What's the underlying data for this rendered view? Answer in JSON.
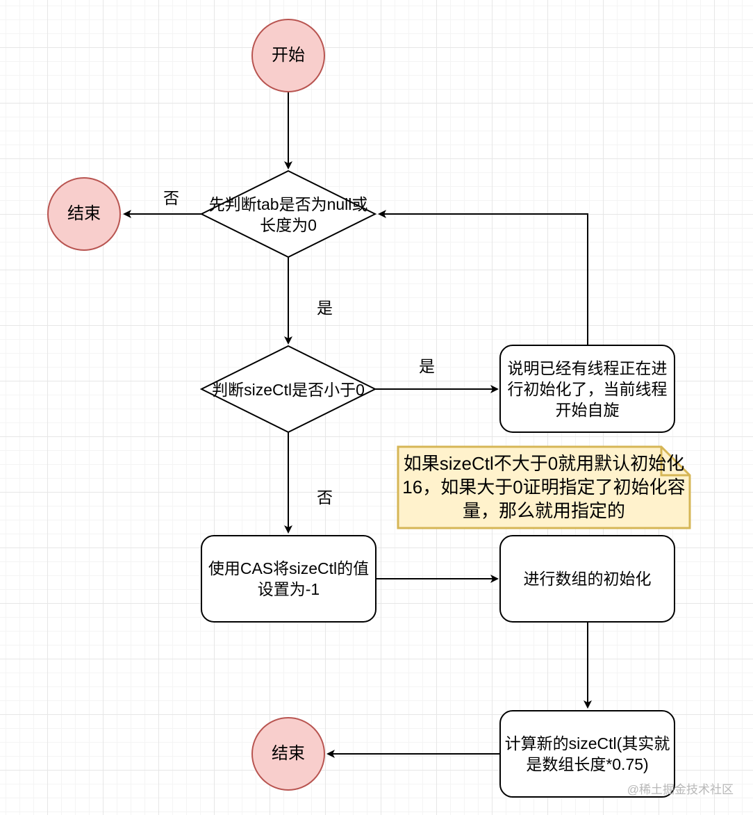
{
  "nodes": {
    "start": "开始",
    "end_top": "结束",
    "check_tab": "先判断tab是否为null或长度为0",
    "check_sizectl": "判断sizeCtl是否小于0",
    "spin": "说明已经有线程正在进行初始化了，当前线程开始自旋",
    "cas_set": "使用CAS将sizeCtl的值设置为-1",
    "init_array": "进行数组的初始化",
    "calc_sizectl": "计算新的sizeCtl(其实就是数组长度*0.75)",
    "end_bottom": "结束"
  },
  "edge_labels": {
    "tab_no": "否",
    "tab_yes": "是",
    "sizectl_yes": "是",
    "sizectl_no": "否"
  },
  "note": "如果sizeCtl不大于0就用默认初始化16，如果大于0证明指定了初始化容量，那么就用指定的",
  "watermark": "@稀土掘金技术社区",
  "colors": {
    "terminal_fill": "#f8cecc",
    "terminal_stroke": "#b85450",
    "note_fill": "#fff2cc",
    "note_stroke": "#d6b656",
    "line": "#000000"
  }
}
